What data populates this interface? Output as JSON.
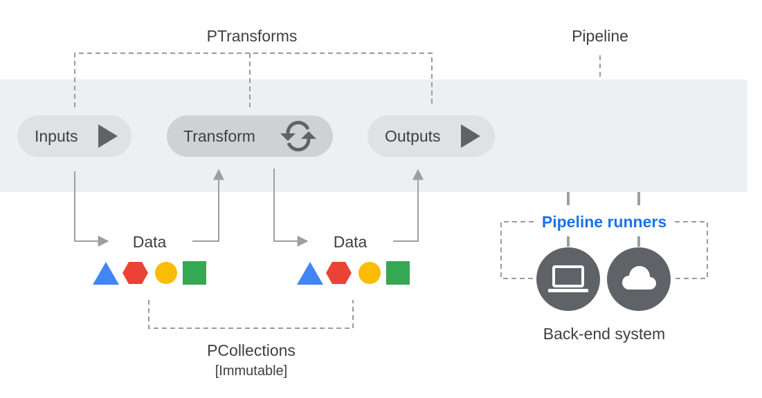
{
  "labels": {
    "ptransforms": "PTransforms",
    "pipeline": "Pipeline",
    "pipeline_runners": "Pipeline runners",
    "backend": "Back-end system",
    "pcollections": "PCollections",
    "immutable": "[Immutable]"
  },
  "nodes": {
    "inputs": "Inputs",
    "transform": "Transform",
    "outputs": "Outputs"
  },
  "data": {
    "first": "Data",
    "second": "Data"
  },
  "icons": {
    "play": "play-icon",
    "refresh": "refresh-icon",
    "triangle": "triangle-icon",
    "hexagon": "hexagon-icon",
    "circle": "circle-icon",
    "square": "square-icon",
    "laptop": "laptop-icon",
    "cloud": "cloud-icon"
  },
  "colors": {
    "band": "#edf0f0",
    "pill": "#dfe1e2",
    "pill_dark": "#cfd2d4",
    "text": "#3c4043",
    "icon": "#5f6368",
    "arrow": "#9aa0a0",
    "dashed": "#9a9a9a",
    "accent": "#1a73e8",
    "blue": "#4285f4",
    "red": "#ea4335",
    "yellow": "#fbbc04",
    "green": "#34a853",
    "runner_bg": "#5f6368"
  }
}
